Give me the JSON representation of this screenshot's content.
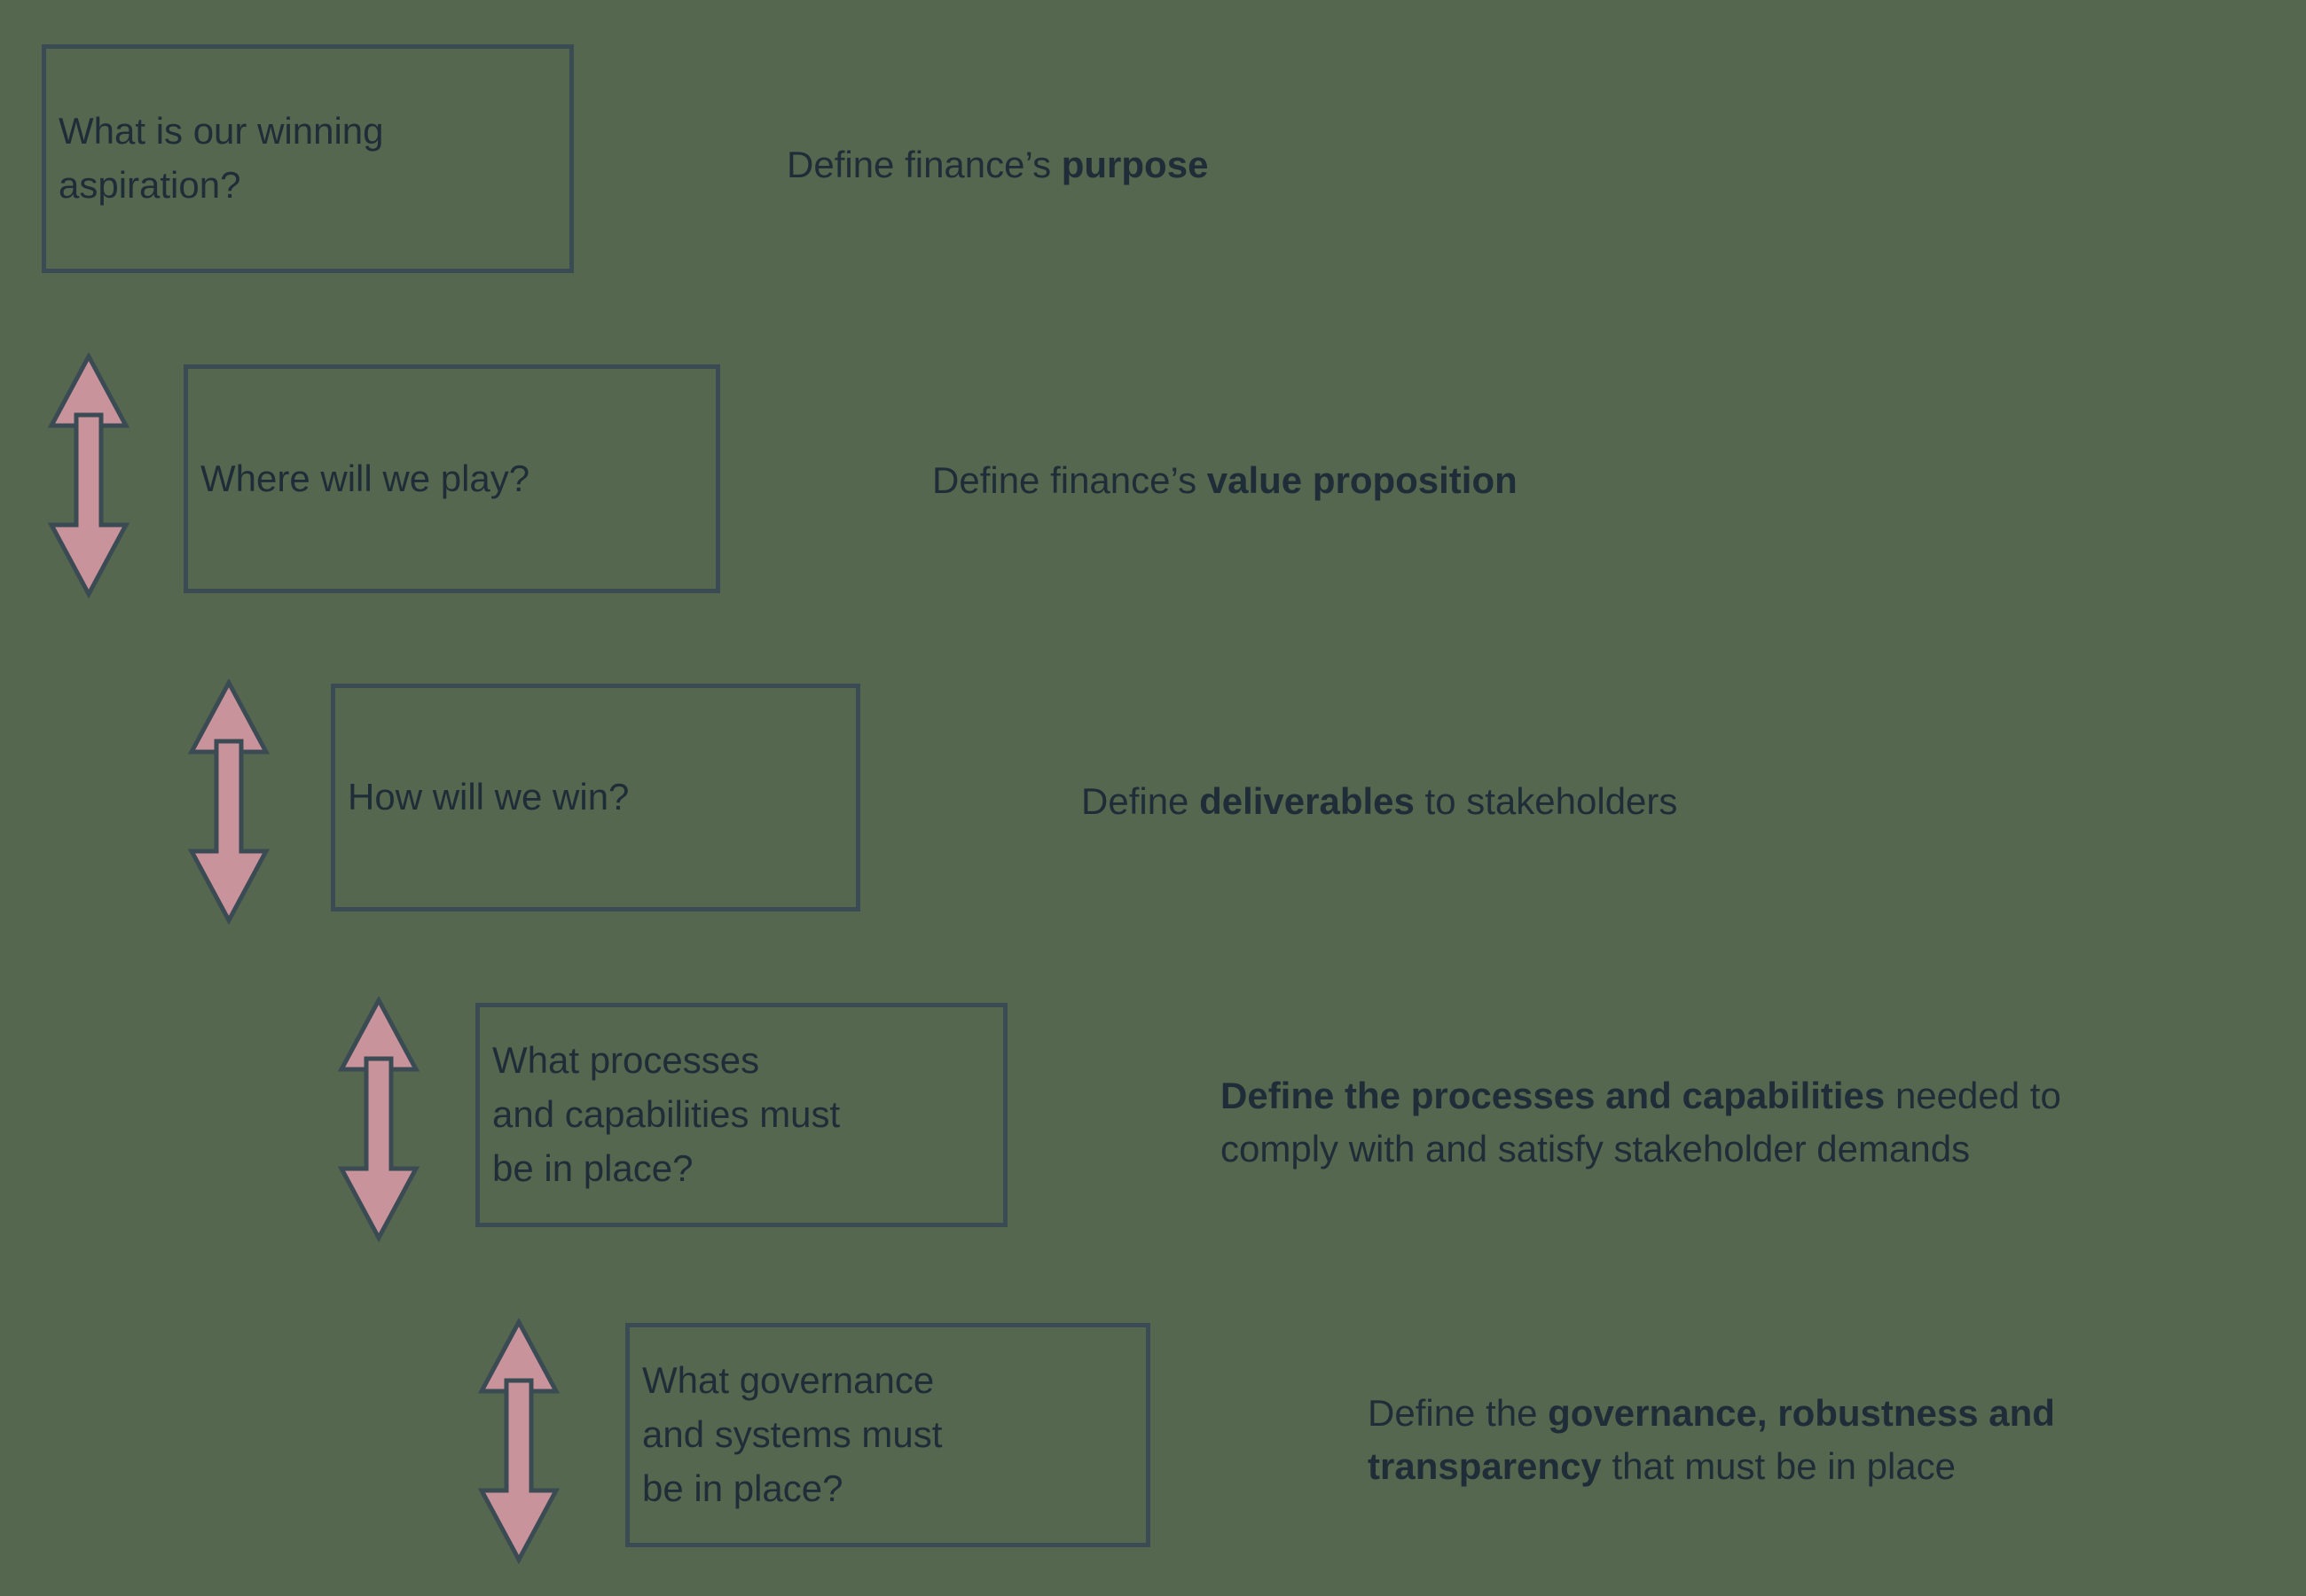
{
  "theme": {
    "background": "#55674e",
    "box_border": "#3b4b54",
    "text_color": "#1e2d38",
    "arrow_fill": "#c9939b",
    "arrow_stroke": "#3b4b54"
  },
  "boxes": [
    {
      "label": "What is our winning\naspiration?"
    },
    {
      "label": "Where will we play?"
    },
    {
      "label": "How will we win?"
    },
    {
      "label": "What processes\nand capabilities must\nbe in place?"
    },
    {
      "label": "What governance\nand systems must\nbe in place?"
    }
  ],
  "annotations": [
    {
      "parts": [
        {
          "t": "Define finance’s ",
          "b": false
        },
        {
          "t": "purpose",
          "b": true
        }
      ]
    },
    {
      "parts": [
        {
          "t": "Define finance’s ",
          "b": false
        },
        {
          "t": "value proposition",
          "b": true
        }
      ]
    },
    {
      "parts": [
        {
          "t": "Define ",
          "b": false
        },
        {
          "t": "deliverables",
          "b": true
        },
        {
          "t": " to stakeholders",
          "b": false
        }
      ]
    },
    {
      "parts": [
        {
          "t": "Define the processes and capabilities",
          "b": true
        },
        {
          "t": " needed to\ncomply with and satisfy stakeholder demands",
          "b": false
        }
      ]
    },
    {
      "parts": [
        {
          "t": "Define the ",
          "b": false
        },
        {
          "t": "governance, robustness and\ntransparency",
          "b": true
        },
        {
          "t": " that must be in place",
          "b": false
        }
      ]
    }
  ]
}
